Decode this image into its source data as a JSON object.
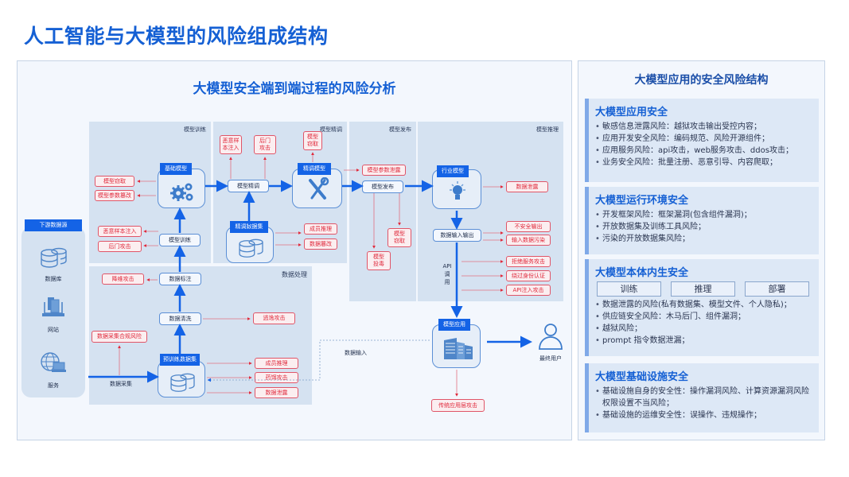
{
  "title": "人工智能与大模型的风险组成结构",
  "left": {
    "title": "大模型安全端到端过程的风险分析",
    "zones": {
      "training": "模型训练",
      "finetune": "模型精调",
      "publish": "模型发布",
      "inference": "模型推理",
      "data_processing": "数据处理"
    },
    "sources": {
      "title": "下游数据源",
      "items": [
        "数据库",
        "网站",
        "服务"
      ]
    },
    "models": {
      "base": "基础模型",
      "finetuned": "精调模型",
      "industry": "行业模型",
      "application": "模型应用",
      "finetune_dataset": "精调数据集",
      "pretrain_dataset": "预训练数据集"
    },
    "nodes": {
      "model_training": "模型训练",
      "model_finetune": "模型精调",
      "model_publish": "模型发布",
      "data_io": "数据输入输出",
      "data_label": "数据标注",
      "data_clean": "数据清洗"
    },
    "labels": {
      "data_collect": "数据采集",
      "data_input": "数据输入",
      "api_call": "API\n调\n用",
      "end_user": "最终用户"
    },
    "risks": {
      "model_steal_base": "模型窃取",
      "param_tamper": "模型参数篡改",
      "poison_sample_train": "恶意样本注入",
      "backdoor_train": "后门攻击",
      "poison_sample_ft": "恶意样\n本注入",
      "backdoor_ft": "后门\n攻击",
      "model_steal_ft": "模型\n窃取",
      "member_infer_ft": "成员推理",
      "data_tamper_ft": "数据篡改",
      "param_leak": "模型参数泄露",
      "model_steal_pub": "模型\n窃取",
      "model_poison_pub": "模型\n投毒",
      "data_leak_inf": "数据泄露",
      "unsafe_output": "不安全输出",
      "input_pollution": "输入数据污染",
      "dos_attack": "拒绝服务攻击",
      "auth_bypass": "绕过身份认证",
      "api_injection": "API注入攻击",
      "dimension_attack": "降维攻击",
      "evasion_attack": "逃逸攻击",
      "collect_compliance": "数据采集合规风险",
      "member_infer_pre": "成员推理",
      "defense_attack": "药饵攻击",
      "data_leak_pre": "数据泄露",
      "app_layer_attack": "传统应用层攻击"
    }
  },
  "right": {
    "title": "大模型应用的安全风险结构",
    "sections": [
      {
        "title": "大模型应用安全",
        "items": [
          "敏感信息泄露风险：越狱攻击输出受控内容；",
          "应用开发安全风险：编码规范、风险开源组件；",
          "应用服务风险：api攻击，web服务攻击、ddos攻击；",
          "业务安全风险：批量注册、恶意引导、内容爬取；"
        ]
      },
      {
        "title": "大模型运行环境安全",
        "items": [
          "开发框架风险：框架漏洞(包含组件漏洞)；",
          "开放数据集及训练工具风险；",
          "污染的开放数据集风险；"
        ]
      },
      {
        "title": "大模型本体内生安全",
        "chips": [
          "训练",
          "推理",
          "部署"
        ],
        "items": [
          "数据泄露的风险(私有数据集、模型文件、个人隐私)；",
          "供应链安全风险：木马后门、组件漏洞；",
          "越狱风险；",
          "prompt 指令数据泄漏；"
        ]
      },
      {
        "title": "大模型基础设施安全",
        "items": [
          "基础设施自身的安全性：操作漏洞风险、计算资源漏洞风险权限设置不当风险；",
          "基础设施的运维安全性：误操作、违规操作；"
        ]
      }
    ]
  },
  "colors": {
    "brand_blue": "#1560d4",
    "tag_blue": "#1463e6",
    "risk_red": "#e02a3c",
    "zone_bg": "#d5e2f1"
  }
}
